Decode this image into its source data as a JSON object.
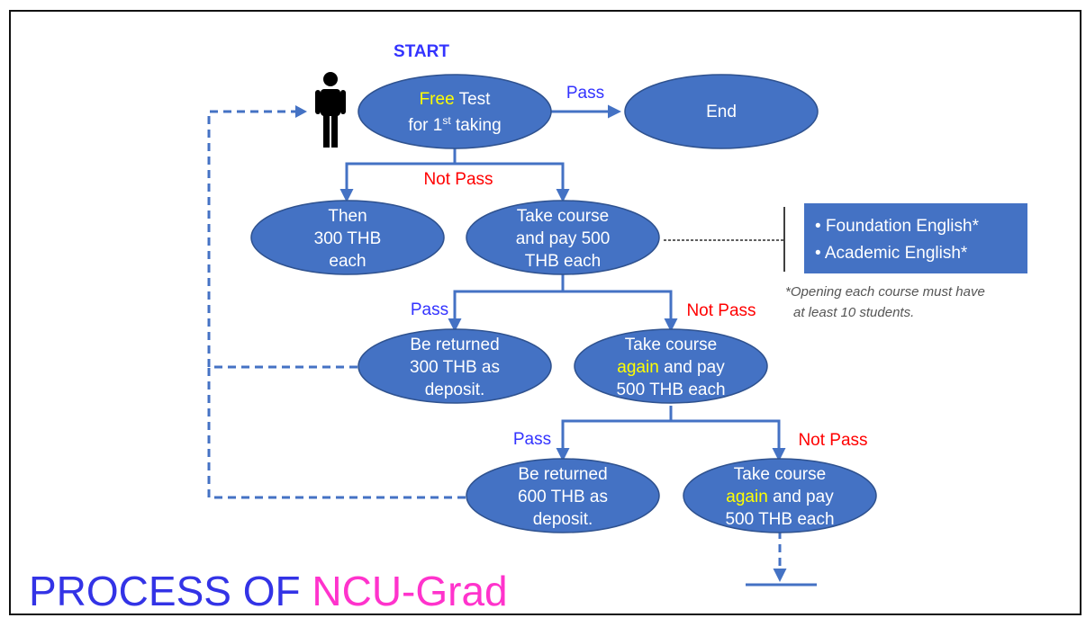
{
  "diagram": {
    "start_label": "START",
    "nodes": {
      "free_test": {
        "word_highlight": "Free",
        "line1_rest": " Test",
        "line2_pre": "for 1",
        "line2_sup": "st",
        "line2_post": " taking"
      },
      "end": {
        "text": "End"
      },
      "then_300": {
        "line1": "Then",
        "line2": "300 THB",
        "line3": "each"
      },
      "take_course_1": {
        "line1": "Take course",
        "line2": "and pay 500",
        "line3": "THB each"
      },
      "returned_300": {
        "line1": "Be returned",
        "line2": "300 THB as",
        "line3": "deposit."
      },
      "take_course_2": {
        "line1": "Take course",
        "line2_highlight": "again",
        "line2_rest": " and pay",
        "line3": "500 THB each"
      },
      "returned_600": {
        "line1": "Be returned",
        "line2": "600 THB as",
        "line3": "deposit."
      },
      "take_course_3": {
        "line1": "Take course",
        "line2_highlight": "again",
        "line2_rest": " and pay",
        "line3": "500 THB each"
      }
    },
    "edge_labels": {
      "pass_1": "Pass",
      "not_pass_1": "Not Pass",
      "pass_2": "Pass",
      "not_pass_2": "Not Pass",
      "pass_3": "Pass",
      "not_pass_3": "Not Pass"
    },
    "courses_box": {
      "items": [
        "• Foundation English*",
        "• Academic English*"
      ]
    },
    "note": {
      "line1": "*Opening each course must have",
      "line2": "at least 10 students."
    },
    "title": {
      "part1": "PROCESS OF ",
      "part2": "NCU-Grad"
    },
    "colors": {
      "node_fill": "#4472c4",
      "pass_text": "#3333ff",
      "not_pass_text": "#ff0000",
      "highlight_text": "#ffff00",
      "title_part1": "#3333e6",
      "title_part2": "#ff33cc"
    },
    "icons": {
      "person": "person-icon"
    }
  }
}
